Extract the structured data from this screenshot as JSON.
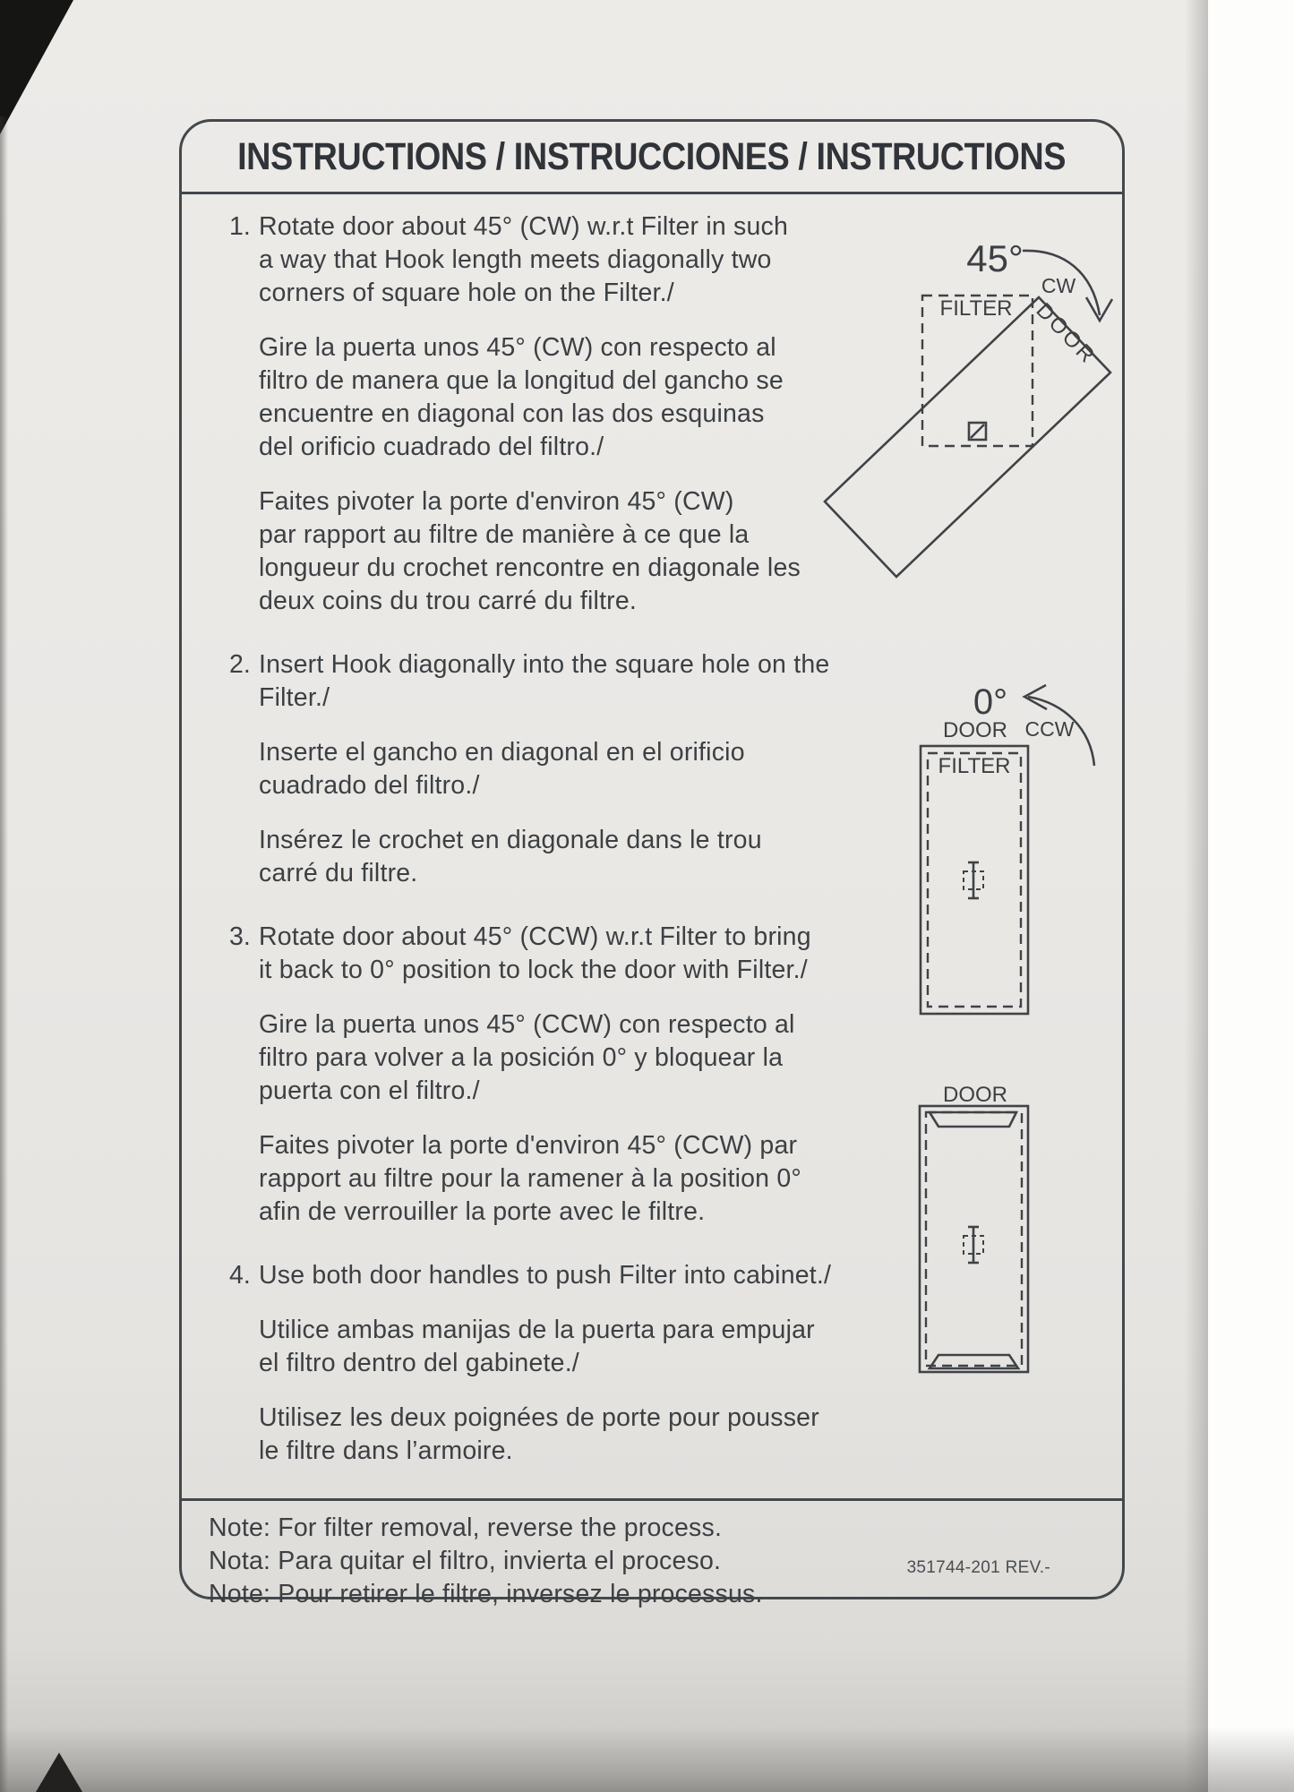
{
  "title": "INSTRUCTIONS / INSTRUCCIONES / INSTRUCTIONS",
  "steps": [
    {
      "num": "1.",
      "en": "Rotate door about 45° (CW) w.r.t Filter in such\na way that Hook length meets diagonally two\ncorners of square hole on the Filter./",
      "es": "Gire la puerta unos 45° (CW) con respecto al\nfiltro de manera que la longitud del gancho se\nencuentre en diagonal con las dos esquinas\ndel orificio cuadrado del filtro./",
      "fr": "Faites pivoter la porte d'environ 45° (CW)\npar rapport au filtre de manière à ce que la\nlongueur du crochet rencontre en diagonale les\ndeux coins du trou carré du filtre."
    },
    {
      "num": "2.",
      "en": "Insert Hook diagonally into the square hole on the\nFilter./",
      "es": "Inserte el gancho en diagonal en el orificio\ncuadrado del filtro./",
      "fr": "Insérez le crochet en diagonale dans le trou\ncarré du filtre."
    },
    {
      "num": "3.",
      "en": "Rotate door about 45° (CCW) w.r.t Filter to bring\nit back to 0° position to lock the door with Filter./",
      "es": "Gire la puerta unos 45° (CCW) con respecto al\nfiltro para volver a la posición 0° y bloquear la\npuerta con el filtro./",
      "fr": "Faites pivoter la porte d'environ 45° (CCW) par\nrapport au filtre pour la ramener à la position 0°\nafin de verrouiller la porte avec le filtre."
    },
    {
      "num": "4.",
      "en": "Use both door handles to push Filter into cabinet./",
      "es": "Utilice ambas manijas de la puerta para empujar\nel filtro dentro del gabinete./",
      "fr": "Utilisez les deux poignées de porte pour pousser\nle filtre dans l’armoire."
    }
  ],
  "notes": {
    "en": "Note: For filter removal, reverse the process.",
    "es": "Nota: Para quitar el filtro, invierta el proceso.",
    "fr": "Note: Pour retirer le filtre, inversez le processus."
  },
  "part_number": "351744-201 REV.-",
  "diagrams": {
    "d1": {
      "angle": "45°",
      "direction": "CW",
      "filter": "FILTER",
      "door": "DOOR"
    },
    "d2": {
      "angle": "0°",
      "direction": "CCW",
      "filter": "FILTER",
      "door": "DOOR"
    },
    "d3": {
      "door": "DOOR"
    }
  }
}
